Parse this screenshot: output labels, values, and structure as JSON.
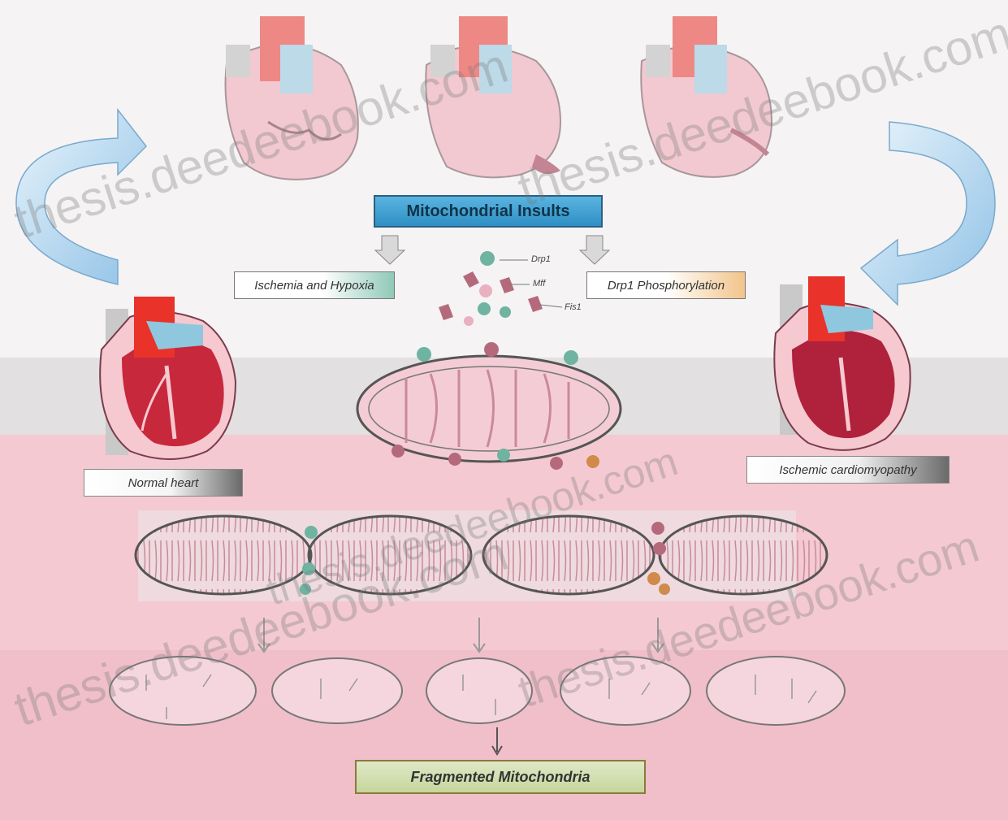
{
  "labels": {
    "mitochondrial_insults": "Mitochondrial Insults",
    "ischemia_hypoxia": "Ischemia and Hypoxia",
    "drp1_phosphorylation": "Drp1 Phosphorylation",
    "normal_heart": "Normal heart",
    "ischemic_cardiomyopathy": "Ischemic cardiomyopathy",
    "fragmented_mitochondria": "Fragmented Mitochondria"
  },
  "molecules": {
    "drp1": "Drp1",
    "mff": "Mff",
    "fis1": "Fis1"
  },
  "watermark": {
    "text_a": "thesis.deedeebook.com",
    "text_b": "thesis.deedeebook.com",
    "text_c": "thesis.deedeebook.com",
    "text_d": "thesis.deedeebook.com",
    "text_e": "thesis.deedeebook.com"
  },
  "colors": {
    "heart_red": "#c8283c",
    "aorta_red": "#e8322a",
    "vessel_blue": "#8fc7df",
    "mito_outline": "#555555",
    "mito_fill": "#f4ccd6",
    "arrow_blue": "#a9d3ee",
    "drp1_pink": "#b56a7c",
    "mff_teal": "#6fb3a1"
  }
}
